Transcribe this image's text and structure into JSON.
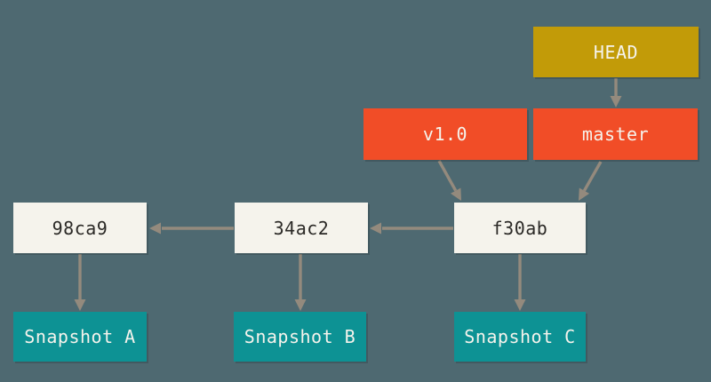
{
  "refs": {
    "head": {
      "label": "HEAD"
    },
    "tag_v1": {
      "label": "v1.0"
    },
    "branch_master": {
      "label": "master"
    }
  },
  "commits": [
    {
      "label": "98ca9"
    },
    {
      "label": "34ac2"
    },
    {
      "label": "f30ab"
    }
  ],
  "snapshots": [
    {
      "label": "Snapshot A"
    },
    {
      "label": "Snapshot B"
    },
    {
      "label": "Snapshot C"
    }
  ],
  "edges": [
    {
      "from": "HEAD",
      "to": "master"
    },
    {
      "from": "master",
      "to": "f30ab"
    },
    {
      "from": "v1.0",
      "to": "f30ab"
    },
    {
      "from": "f30ab",
      "to": "34ac2"
    },
    {
      "from": "34ac2",
      "to": "98ca9"
    },
    {
      "from": "98ca9",
      "to": "Snapshot A"
    },
    {
      "from": "34ac2",
      "to": "Snapshot B"
    },
    {
      "from": "f30ab",
      "to": "Snapshot C"
    }
  ],
  "colors": {
    "background": "#4E6971",
    "head_fill": "#C29B08",
    "ref_fill": "#F14D27",
    "commit_fill": "#F5F3EC",
    "commit_text": "#2B2926",
    "snapshot_fill": "#0D9294",
    "box_text": "#F5F3EC",
    "arrow": "#948A7D"
  }
}
